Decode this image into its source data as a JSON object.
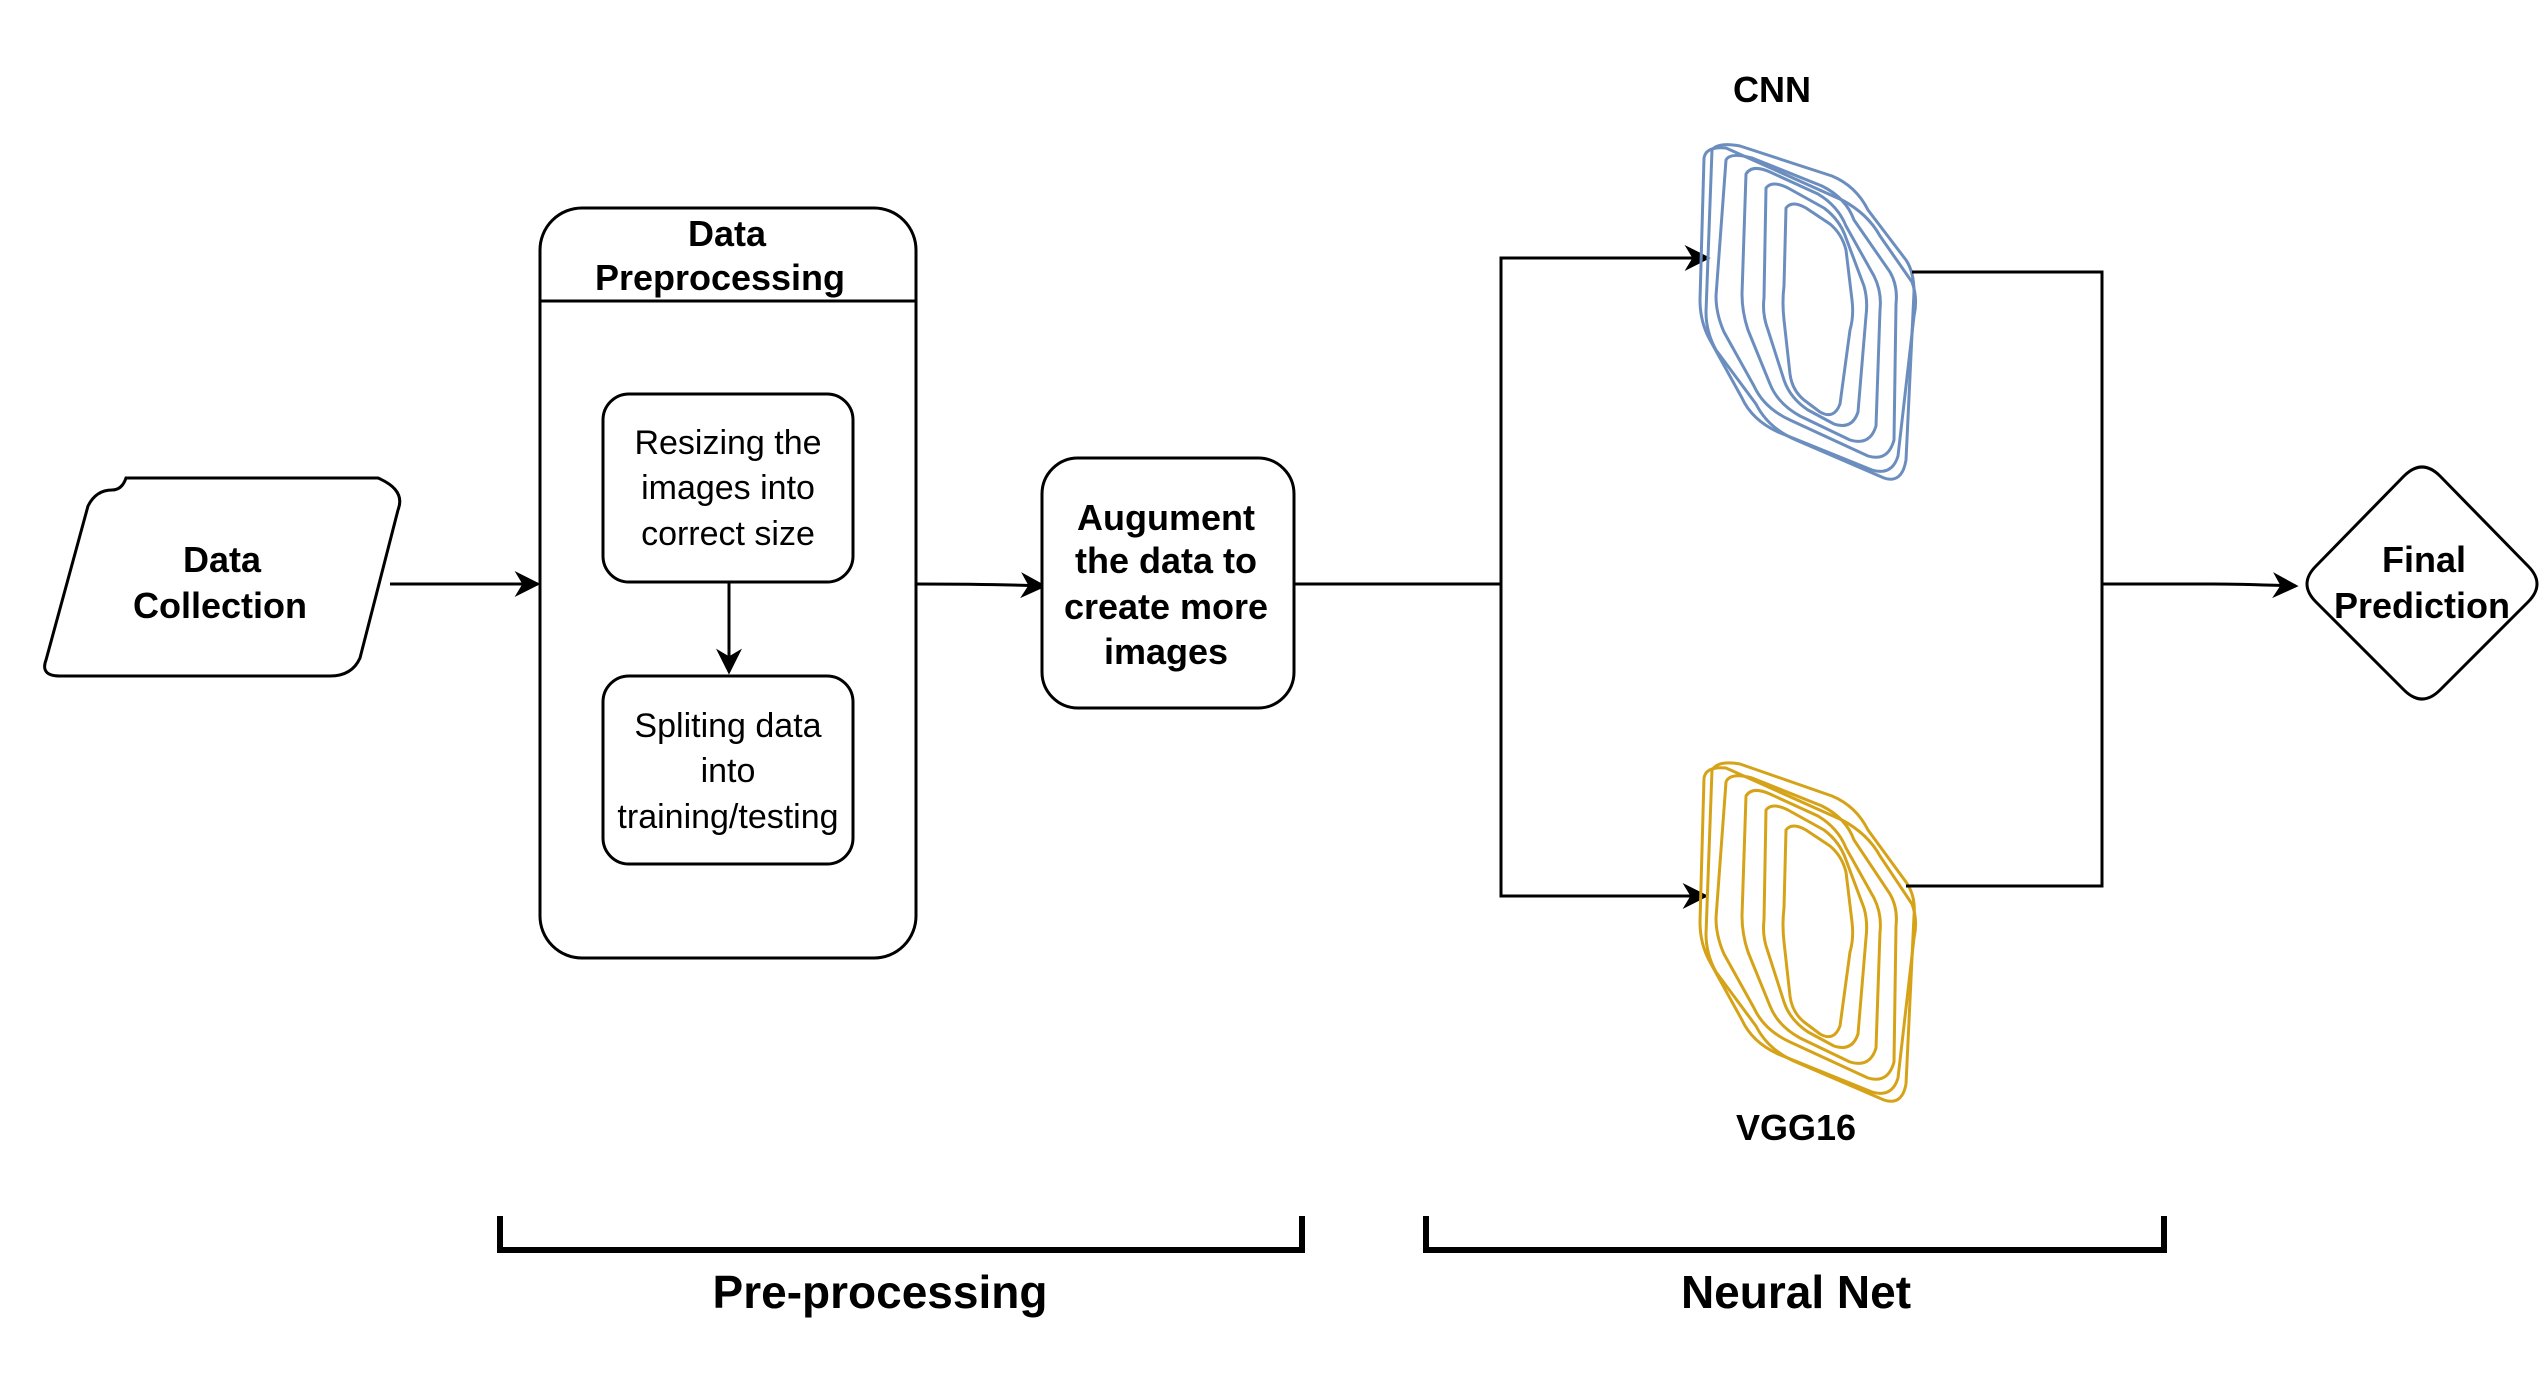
{
  "diagram": {
    "nodes": {
      "data_collection": {
        "line1": "Data",
        "line2": "Collection"
      },
      "preprocessing": {
        "title_line1": "Data",
        "title_line2": "Preprocessing",
        "resize": {
          "line1": "Resizing the",
          "line2": "images into",
          "line3": "correct size"
        },
        "split": {
          "line1": "Spliting data",
          "line2": "into",
          "line3": "training/testing"
        }
      },
      "augment": {
        "line1": "Augument",
        "line2": "the data to",
        "line3": "create more",
        "line4": "images"
      },
      "cnn": {
        "label": "CNN"
      },
      "vgg16": {
        "label": "VGG16"
      },
      "final": {
        "line1": "Final",
        "line2": "Prediction"
      }
    },
    "groups": {
      "preprocessing": "Pre-processing",
      "neural_net": "Neural Net"
    },
    "colors": {
      "cnn": "#6c8ebf",
      "vgg16": "#d6a318",
      "stroke": "#000000"
    }
  }
}
